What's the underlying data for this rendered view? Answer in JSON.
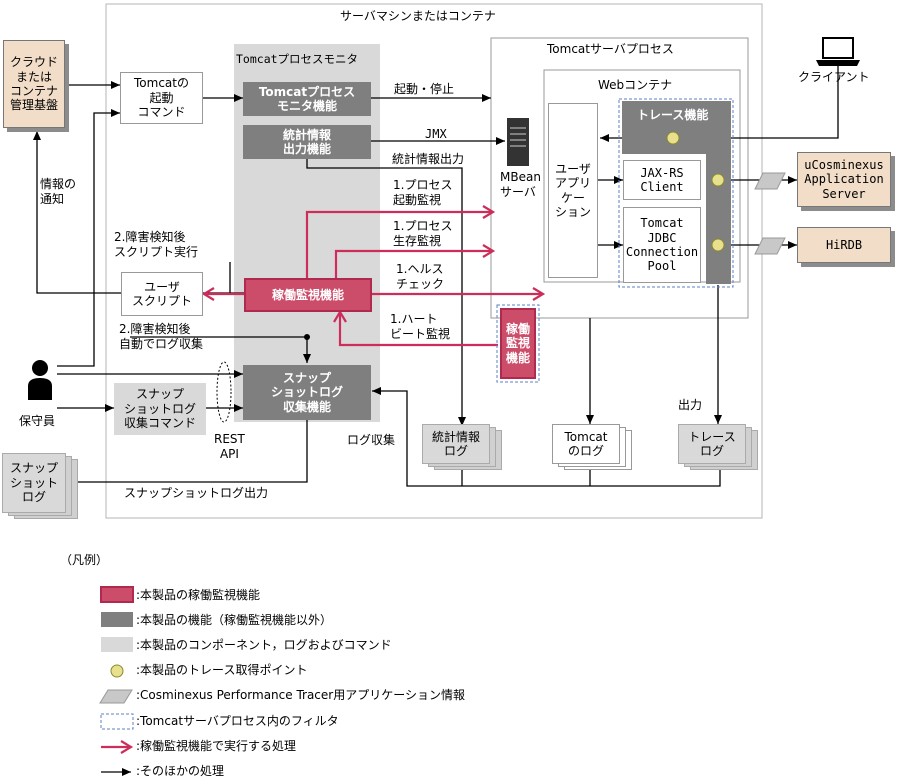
{
  "diagram": {
    "outer_title": "サーバマシンまたはコンテナ",
    "cloud_platform": "クラウド\nまたは\nコンテナ\n管理基盤",
    "start_command": "Tomcatの\n起動\nコマンド",
    "info_notify": "情報の\n通知",
    "monitor_panel_title": "Tomcatプロセスモニタ",
    "monitor_function": "Tomcatプロセス\nモニタ機能",
    "stats_output_function": "統計情報\n出力機能",
    "availability_function": "稼働監視機能",
    "snapshot_function": "スナップ\nショットログ\n収集機能",
    "server_process_title": "Tomcatサーバプロセス",
    "web_container_title": "Webコンテナ",
    "trace_function": "トレース機能",
    "user_app": "ユーザ\nアプリ\nケー\nション",
    "jaxrs_client": "JAX-RS\nClient",
    "jdbc_pool": "Tomcat\nJDBC\nConnection\nPool",
    "mbean_server": "MBean\nサーバ",
    "inner_availability": "稼働\n監視\n機能",
    "client": "クライアント",
    "ucosminexus": "uCosminexus\nApplication\nServer",
    "hirdb": "HiRDB",
    "user_script": "ユーザ\nスクリプト",
    "script_exec_label": "2.障害検知後\nスクリプト実行",
    "auto_log_label": "2.障害検知後\n自動でログ収集",
    "maintainer": "保守員",
    "snapshot_command": "スナップ\nショットログ\n収集コマンド",
    "rest_api": "REST\nAPI",
    "snapshot_log": "スナップ\nショット\nログ",
    "snapshot_output_label": "スナップショットログ出力",
    "start_stop_label": "起動・停止",
    "jmx_label": "JMX",
    "stats_output_label": "統計情報出力",
    "process_start_label": "1.プロセス\n起動監視",
    "process_alive_label": "1.プロセス\n生存監視",
    "health_check_label": "1.ヘルス\nチェック",
    "heartbeat_label": "1.ハート\nビート監視",
    "log_collect_label": "ログ収集",
    "output_label": "出力",
    "stats_log": "統計情報\nログ",
    "tomcat_log": "Tomcat\nのログ",
    "trace_log": "トレース\nログ"
  },
  "legend": {
    "title": "（凡例）",
    "items": [
      ":本製品の稼働監視機能",
      ":本製品の機能（稼働監視機能以外）",
      ":本製品のコンポーネント，ログおよびコマンド",
      ":本製品のトレース取得ポイント",
      ":Cosminexus Performance Tracer用アプリケーション情報",
      ":Tomcatサーバプロセス内のフィルタ",
      ":稼働監視機能で実行する処理",
      ":そのほかの処理"
    ]
  },
  "colors": {
    "availability": "#cc4d6a",
    "feature": "#7f7f7f",
    "component": "#d9d9d9",
    "trace_point": "#e8e08c",
    "product": "#f2ddc8",
    "filter_border": "#5b7fc7"
  }
}
